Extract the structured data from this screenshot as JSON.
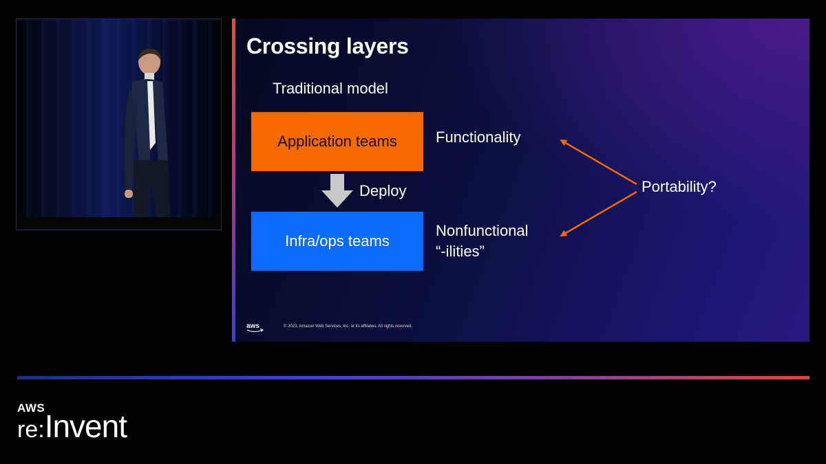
{
  "slide": {
    "title": "Crossing layers",
    "model_label": "Traditional model",
    "app_box_label": "Application teams",
    "infra_box_label": "Infra/ops teams",
    "deploy_label": "Deploy",
    "functionality_label": "Functionality",
    "nonfunctional_line1": "Nonfunctional",
    "nonfunctional_line2": "“-ilities”",
    "portability_label": "Portability?",
    "copyright": "© 2023, Amazon Web Services, Inc. or its affiliates. All rights reserved.",
    "aws_logo_text": "aws"
  },
  "brand": {
    "aws": "AWS",
    "re": "re:",
    "invent": "Invent"
  },
  "colors": {
    "app_box": "#f46a00",
    "infra_box": "#0a6cff",
    "arrow_orange": "#f46a00",
    "arrow_gray": "#c8c8c8"
  },
  "icons": {
    "down_arrow": "down-arrow-icon",
    "aws_logo": "aws-logo-icon"
  }
}
